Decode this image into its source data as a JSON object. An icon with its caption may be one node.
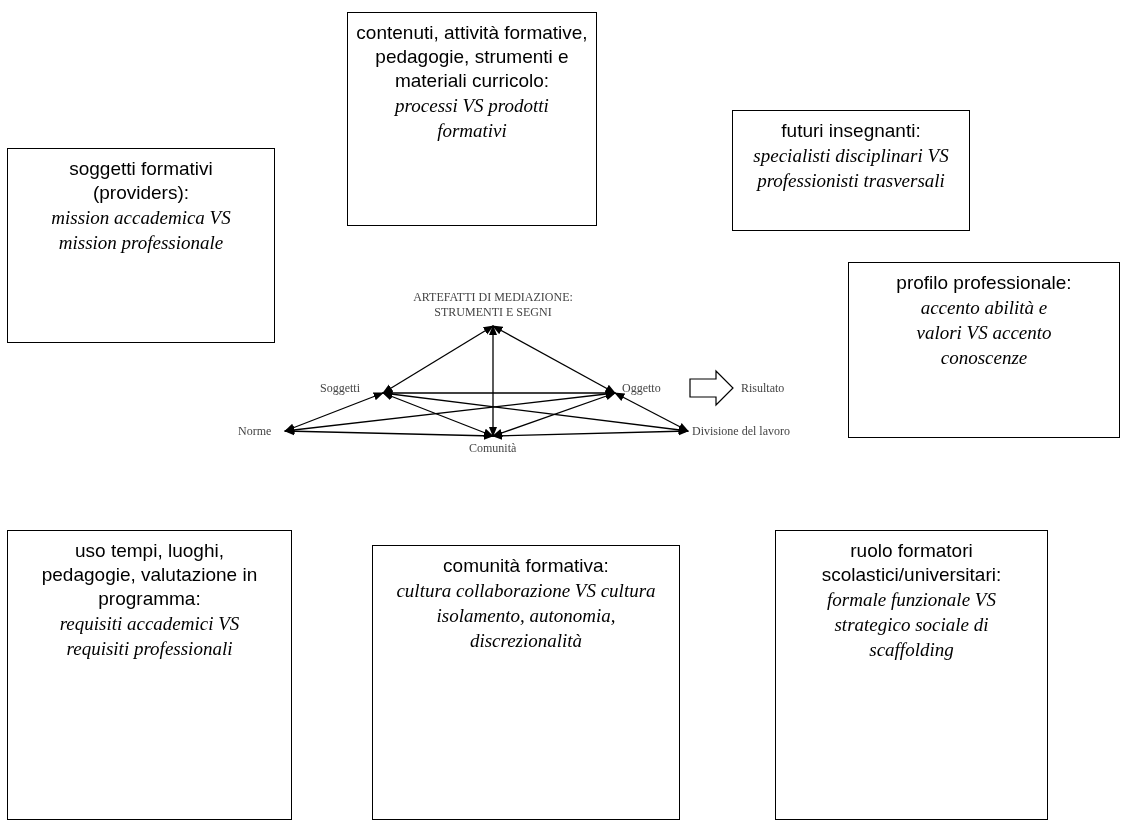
{
  "diagram": {
    "nodes": [
      {
        "text": [
          "contenuti, attività formative, pedagogie, strumenti e materiali curricolo:",
          "processi VS prodotti formativi"
        ]
      },
      {
        "text": [
          "futuri insegnanti:",
          "specialisti disciplinari VS professionisti trasversali"
        ]
      },
      {
        "text": [
          "soggetti formativi (providers):",
          "mission  accademica VS mission professionale"
        ]
      },
      {
        "text": [
          "ARTEFATTI DI MEDIAZIONE: STRUMENTI E SEGNI"
        ]
      },
      {
        "text": [
          "Soggetti"
        ]
      },
      {
        "text": [
          "Oggetto"
        ]
      },
      {
        "text": [
          "Risultato"
        ]
      },
      {
        "text": [
          "profilo professionale:",
          "accento abilità e valori VS accento conoscenze"
        ]
      },
      {
        "text": [
          "Norme"
        ]
      },
      {
        "text": [
          "Comunità"
        ]
      },
      {
        "text": [
          "Divisione del lavoro"
        ]
      },
      {
        "text": [
          "uso tempi, luoghi, pedagogie, valutazione in programma:",
          "requisiti  accademici VS requisiti professionali"
        ]
      },
      {
        "text": [
          "comunità formativa:",
          "cultura collaborazione VS cultura isolamento, autonomia, discrezionalità"
        ]
      },
      {
        "text": [
          "ruolo formatori scolastici/universitari:",
          "formale funzionale VS strategico sociale di scaffolding"
        ]
      }
    ],
    "edges": [
      {
        "from": 3,
        "to": 4,
        "arrow": "both"
      },
      {
        "from": 3,
        "to": 5,
        "arrow": "both"
      },
      {
        "from": 3,
        "to": 9,
        "arrow": "both"
      },
      {
        "from": 4,
        "to": 5,
        "arrow": "both"
      },
      {
        "from": 4,
        "to": 8,
        "arrow": "both"
      },
      {
        "from": 4,
        "to": 9,
        "arrow": "both"
      },
      {
        "from": 4,
        "to": 10,
        "arrow": "both"
      },
      {
        "from": 5,
        "to": 8,
        "arrow": "both"
      },
      {
        "from": 5,
        "to": 9,
        "arrow": "both"
      },
      {
        "from": 5,
        "to": 10,
        "arrow": "both"
      },
      {
        "from": 8,
        "to": 9,
        "arrow": "both"
      },
      {
        "from": 9,
        "to": 10,
        "arrow": "both"
      },
      {
        "from": 5,
        "to": 6,
        "arrow": "to",
        "style": "thick"
      }
    ]
  }
}
